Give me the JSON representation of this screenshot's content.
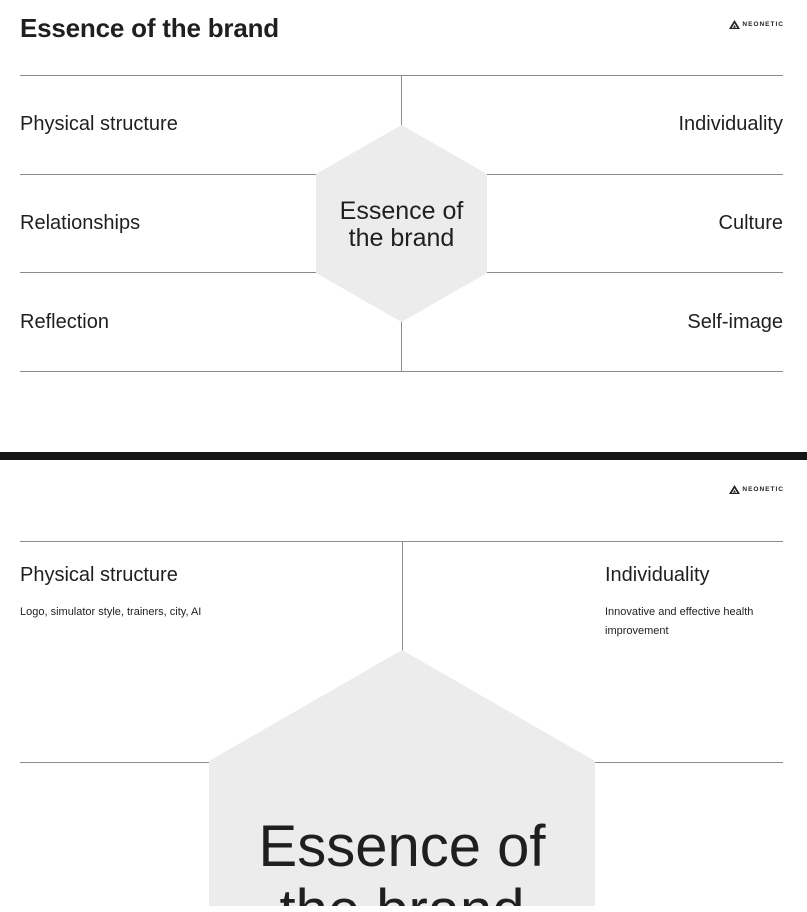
{
  "brand": {
    "logo_text": "NEONETIC"
  },
  "slide1": {
    "title": "Essence of the brand",
    "center": {
      "line1": "Essence of",
      "line2": "the brand"
    },
    "left": [
      "Physical structure",
      "Relationships",
      "Reflection"
    ],
    "right": [
      "Individuality",
      "Culture",
      "Self-image"
    ]
  },
  "slide2": {
    "left": {
      "heading": "Physical structure",
      "description": "Logo, simulator style, trainers, city, AI"
    },
    "right": {
      "heading": "Individuality",
      "description": "Innovative and effective health improvement"
    },
    "center": {
      "line1": "Essence of",
      "line2": "the brand"
    }
  },
  "colors": {
    "hexagon_fill": "#ececec",
    "line": "#8c8c8c",
    "divider": "#151515",
    "text": "#1f1f1f"
  }
}
